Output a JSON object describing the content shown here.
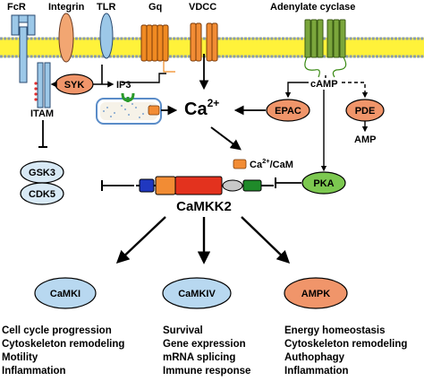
{
  "membrane": {
    "receptors": {
      "fcr": "FcR",
      "integrin": "Integrin",
      "tlr": "TLR",
      "gq": "Gq",
      "vdcc": "VDCC",
      "adenylate_cyclase": "Adenylate cyclase"
    }
  },
  "nodes": {
    "itam": "ITAM",
    "syk": "SYK",
    "ip3": "IP3",
    "calcium_base": "Ca",
    "calcium_sup": "2+",
    "camp": "cAMP",
    "epac": "EPAC",
    "pde": "PDE",
    "amp": "AMP",
    "gsk3": "GSK3",
    "cdk5": "CDK5",
    "cacam_pre": "Ca",
    "cacam_sup": "2+",
    "cacam_post": "/CaM",
    "pka": "PKA",
    "camkk2": "CaMKK2"
  },
  "targets": {
    "camki": "CaMKI",
    "camkiv": "CaMKIV",
    "ampk": "AMPK"
  },
  "outcomes": {
    "camki": [
      "Cell cycle progression",
      "Cytoskeleton remodeling",
      "Motility",
      "Inflammation"
    ],
    "camkiv": [
      "Survival",
      "Gene expression",
      "mRNA splicing",
      "Immune response"
    ],
    "ampk": [
      "Energy homeostasis",
      "Cytoskeleton remodeling",
      "Authophagy",
      "Inflammation"
    ]
  },
  "colors": {
    "membrane_fill": "#fff23a",
    "membrane_edge": "#8a9ca8",
    "receptor_blue": "#9cc8e8",
    "integrin_orange": "#f2a672",
    "gq_orange": "#f08a22",
    "vdcc_orange": "#f28c34",
    "cyclase_green": "#7ba63c",
    "node_blue": "#b8d8f0",
    "node_orange": "#f0956a",
    "node_green": "#7cc850",
    "node_lightblue": "#d8e9f5",
    "camkk2_red": "#e3321e",
    "camkk2_blue": "#2038c0",
    "camkk2_green": "#1f8a2a",
    "camkk2_gray": "#c8c8c8"
  }
}
